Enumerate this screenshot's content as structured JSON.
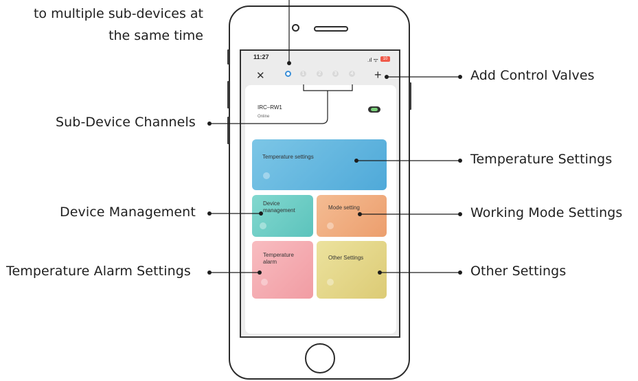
{
  "top_note": [
    "to multiple sub-devices at",
    "the same time"
  ],
  "callouts": {
    "add_control_valves": "Add Control Valves",
    "sub_device_channels": "Sub-Device Channels",
    "temperature_settings": "Temperature Settings",
    "device_management": "Device Management",
    "working_mode_settings": "Working Mode Settings",
    "temperature_alarm_settings": "Temperature Alarm Settings",
    "other_settings": "Other Settings"
  },
  "phone": {
    "status_time": "11:27",
    "battery": "10",
    "channels": [
      "1",
      "2",
      "3",
      "4"
    ],
    "device_name": "IRC–RW1",
    "device_status": "Online",
    "tiles": {
      "temperature": "Temperature settings",
      "device_management": [
        "Device",
        "management"
      ],
      "mode": "Mode setting",
      "alarm": [
        "Temperature",
        "alarm"
      ],
      "other": "Other Settings"
    }
  },
  "colors": {
    "accent": "#3a8fd8",
    "temp_tile": "#6ab7df",
    "device_tile": "#6fcfc8",
    "mode_tile": "#f0ad80",
    "alarm_tile": "#f4aab0",
    "other_tile": "#e3d68e"
  }
}
